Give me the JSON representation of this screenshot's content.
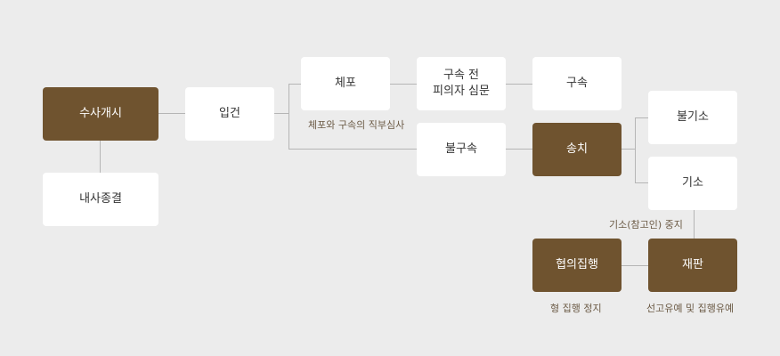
{
  "diagram": {
    "title": "",
    "colors": {
      "background": "#ececec",
      "node": "#ffffff",
      "highlight": "#6f532f",
      "line": "#b5b5b5",
      "note_text": "#6b5a45"
    },
    "nodes": {
      "investigation_start": "수사개시",
      "internal_closure": "내사종결",
      "booking": "입건",
      "arrest": "체포",
      "pre_detention_hearing_1": "구속 전",
      "pre_detention_hearing_2": "피의자 심문",
      "detention": "구속",
      "non_detention": "불구속",
      "referral": "송치",
      "non_prosecution": "불기소",
      "prosecution": "기소",
      "negotiated_execution": "협의집행",
      "trial": "재판"
    },
    "notes": {
      "arrest_review": "체포와 구속의 직부심사",
      "prosecution_suspension": "기소(참고인) 중지",
      "execution_suspension": "형 집행 정지",
      "suspended_sentence": "선고유예 및 집행유예"
    }
  }
}
